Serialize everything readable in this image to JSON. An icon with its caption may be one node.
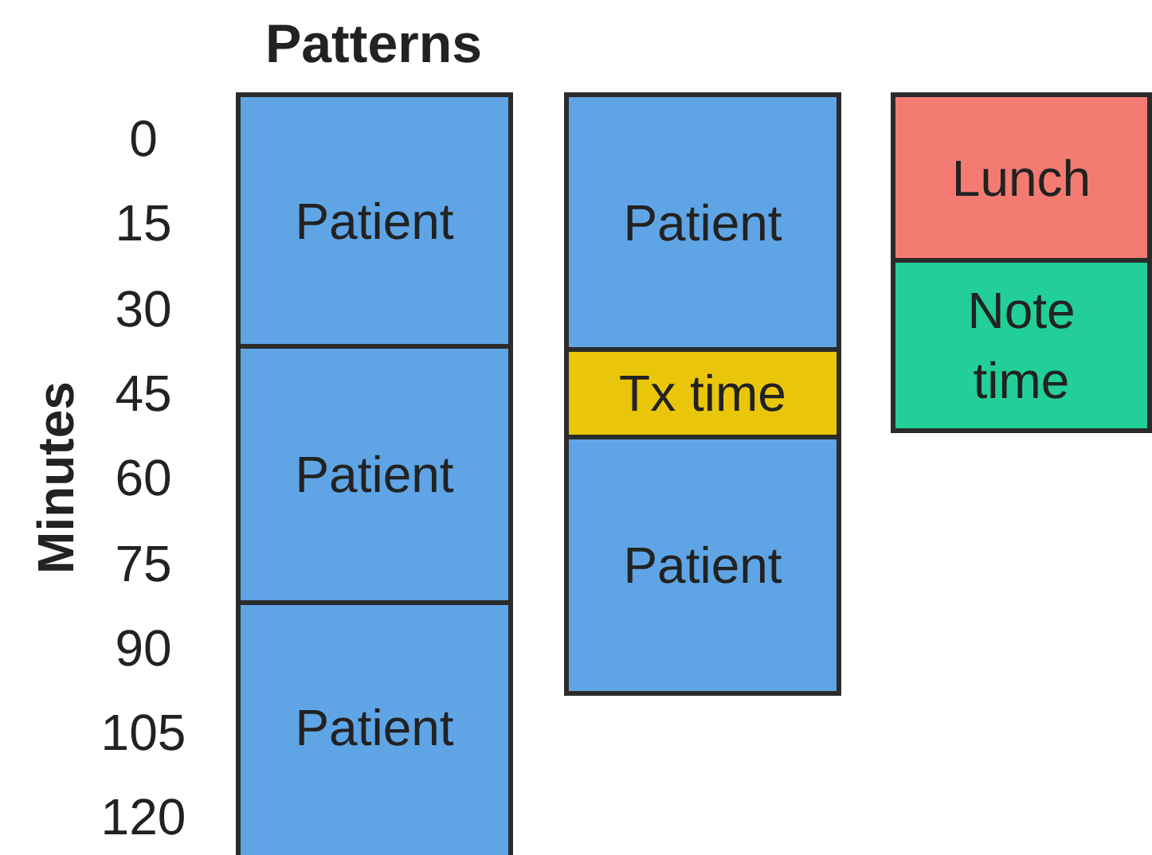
{
  "diagram": {
    "title": "Patterns",
    "nodes": [
      {
        "text": [
          "Patient"
        ]
      },
      {
        "text": [
          "Patient"
        ]
      },
      {
        "text": [
          "Patient"
        ]
      },
      {
        "text": [
          "Patient"
        ]
      },
      {
        "text": [
          "Tx time"
        ]
      },
      {
        "text": [
          "Patient"
        ]
      },
      {
        "text": [
          "Lunch"
        ]
      },
      {
        "text": [
          "Note time"
        ]
      }
    ],
    "edges": [],
    "labels": [
      "Minutes",
      "0",
      "15",
      "30",
      "45",
      "60",
      "75",
      "90",
      "105",
      "120"
    ]
  }
}
